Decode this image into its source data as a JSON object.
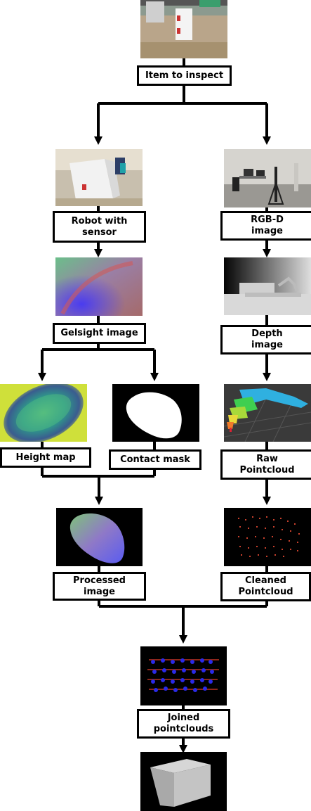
{
  "nodes": {
    "item_to_inspect": "Item to inspect",
    "robot_with_sensor": "Robot with\nsensor",
    "rgbd_image": "RGB-D\nimage",
    "gelsight_image": "Gelsight image",
    "depth_image": "Depth\nimage",
    "height_map": "Height map",
    "contact_mask": "Contact mask",
    "raw_pointcloud": "Raw\nPointcloud",
    "processed_image": "Processed\nimage",
    "cleaned_pointcloud": "Cleaned\nPointcloud",
    "joined_pointclouds": "Joined\npointclouds"
  },
  "colors": {
    "line": "#000000",
    "box_border": "#000000",
    "image_background_dark": "#000000"
  }
}
